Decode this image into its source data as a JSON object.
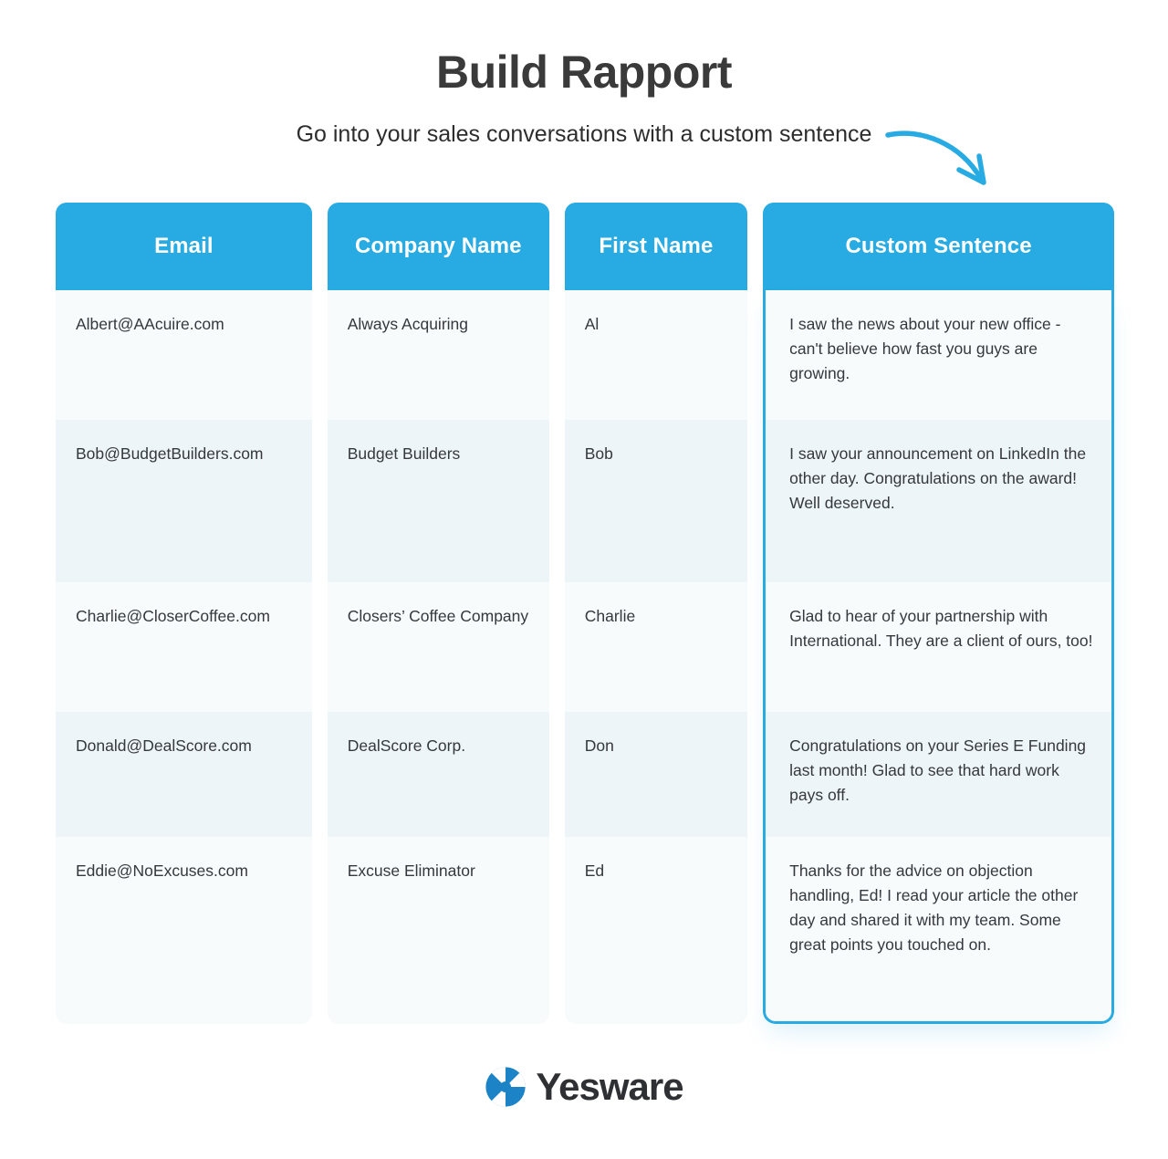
{
  "header": {
    "title": "Build Rapport",
    "subtitle": "Go into your sales conversations with a custom sentence",
    "arrow_icon": "curved-arrow-icon"
  },
  "brand": {
    "accent_color": "#27ABE2",
    "header_text_color": "#ffffff",
    "row_bg": "#f7fbfc",
    "row_bg_alt": "#eef5f8",
    "text_color": "#35383d",
    "title_color": "#3a3a3a"
  },
  "table": {
    "highlighted_column": "Custom Sentence",
    "columns": [
      {
        "key": "email",
        "label": "Email"
      },
      {
        "key": "company",
        "label": "Company Name"
      },
      {
        "key": "first",
        "label": "First Name"
      },
      {
        "key": "custom",
        "label": "Custom Sentence"
      }
    ],
    "rows": [
      {
        "email": "Albert@AAcuire.com",
        "company": "Always Acquiring",
        "first": "Al",
        "custom": "I saw the news about your new office - can't believe how fast you guys are growing."
      },
      {
        "email": "Bob@BudgetBuilders.com",
        "company": "Budget Builders",
        "first": "Bob",
        "custom": "I saw your announcement on LinkedIn the other day. Congratulations on the award! Well deserved."
      },
      {
        "email": "Charlie@CloserCoffee.com",
        "company": "Closers’ Coffee Company",
        "first": "Charlie",
        "custom": "Glad to hear of your partnership with International. They are a client of ours, too!"
      },
      {
        "email": "Donald@DealScore.com",
        "company": "DealScore Corp.",
        "first": "Don",
        "custom": "Congratulations on your Series E Funding last month! Glad to see that hard work pays off."
      },
      {
        "email": "Eddie@NoExcuses.com",
        "company": "Excuse Eliminator",
        "first": "Ed",
        "custom": "Thanks for the advice on objection handling, Ed! I read your article the other day and shared it with my team. Some great points you touched on."
      }
    ]
  },
  "footer": {
    "logo_mark": "yesware-logo-icon",
    "logo_text": "Yesware"
  }
}
